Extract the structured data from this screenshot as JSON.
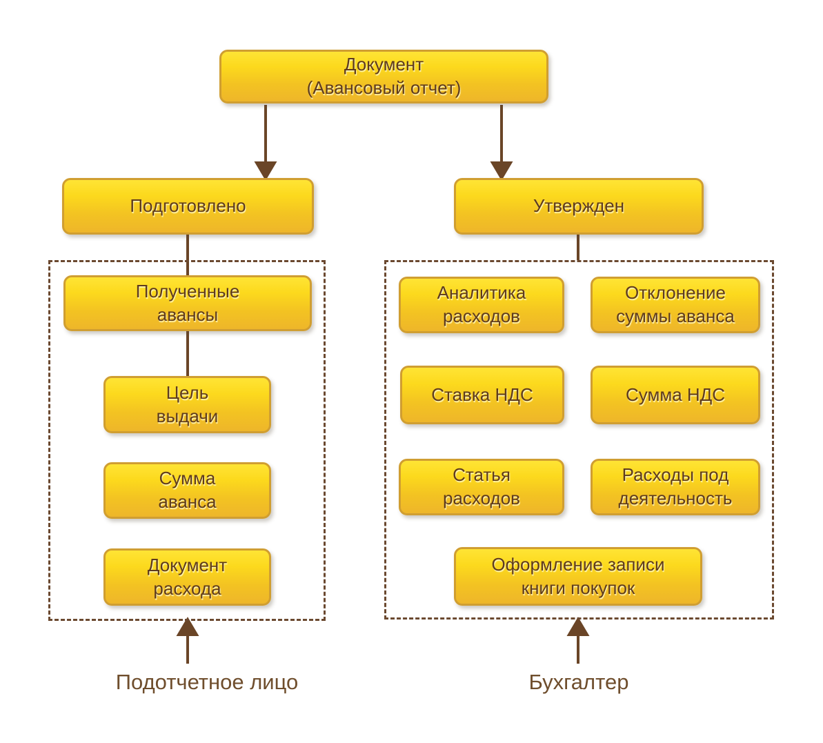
{
  "diagram": {
    "title_node": "Документ\n(Авансовый отчет)",
    "left_branch": {
      "status": "Подготовлено",
      "items": [
        {
          "label": "Полученные\nавансы"
        },
        {
          "label": "Цель\nвыдачи"
        },
        {
          "label": "Сумма\nаванса"
        },
        {
          "label": "Документ\nрасхода"
        }
      ],
      "actor": "Подотчетное лицо"
    },
    "right_branch": {
      "status": "Утвержден",
      "items": [
        {
          "label": "Аналитика\nрасходов"
        },
        {
          "label": "Отклонение\nсуммы аванса"
        },
        {
          "label": "Ставка НДС"
        },
        {
          "label": "Сумма НДС"
        },
        {
          "label": "Статья\nрасходов"
        },
        {
          "label": "Расходы под\nдеятельность"
        },
        {
          "label": "Оформление записи\nкниги покупок"
        }
      ],
      "actor": "Бухгалтер"
    },
    "colors": {
      "box_fill_top": "#ffe435",
      "box_fill_bottom": "#eeb62a",
      "box_border": "#d09e31",
      "box_text": "#5e3b1e",
      "connector": "#6a4527",
      "dashed_border": "#6b4930",
      "actor_text": "#6f4e2d"
    }
  }
}
